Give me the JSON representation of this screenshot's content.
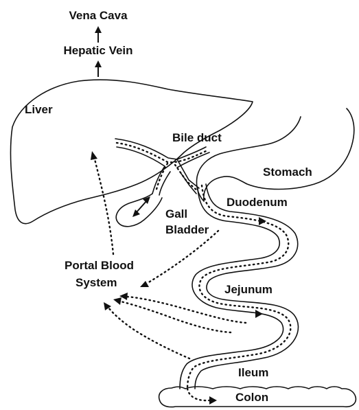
{
  "labels": {
    "vena_cava": "Vena Cava",
    "hepatic_vein": "Hepatic Vein",
    "liver": "Liver",
    "bile_duct": "Bile duct",
    "stomach": "Stomach",
    "duodenum": "Duodenum",
    "gall": "Gall",
    "bladder": "Bladder",
    "portal_blood": "Portal Blood",
    "system": "System",
    "jejunum": "Jejunum",
    "ileum": "Ileum",
    "colon": "Colon"
  }
}
